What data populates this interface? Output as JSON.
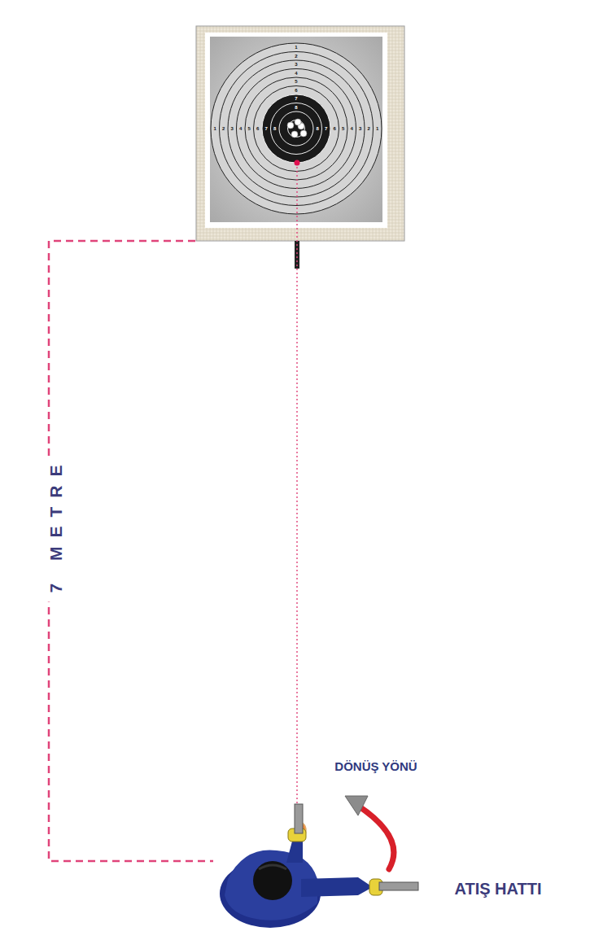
{
  "diagram": {
    "labels": [
      "7 METRE",
      "DÖNÜŞ YÖNÜ",
      "ATIŞ HATTI",
      "1",
      "2",
      "3",
      "4",
      "5",
      "6",
      "7",
      "8",
      "1",
      "2",
      "3",
      "4",
      "5",
      "6",
      "7",
      "8",
      "8",
      "7",
      "6",
      "5",
      "4",
      "3",
      "2",
      "1"
    ]
  }
}
